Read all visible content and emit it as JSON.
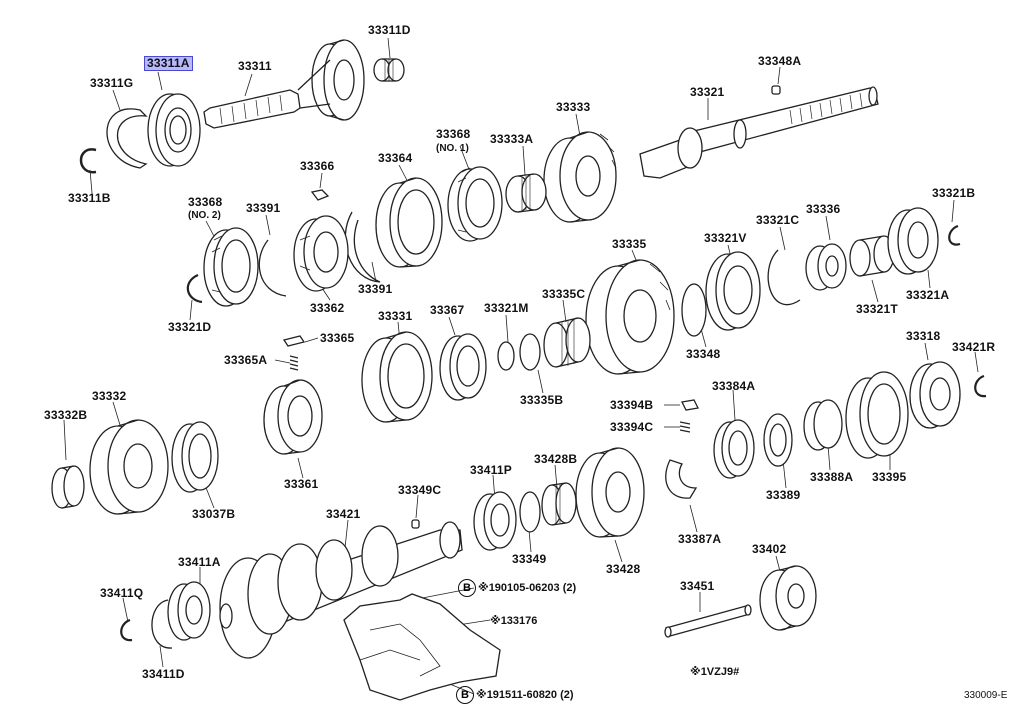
{
  "diagram_id": "330009-E",
  "model_note": "※1VZJ9#",
  "highlighted_part": "33311A",
  "parts": {
    "p33311D": "33311D",
    "p33311A": "33311A",
    "p33311": "33311",
    "p33311G": "33311G",
    "p33311B": "33311B",
    "p33348A": "33348A",
    "p33321": "33321",
    "p33333": "33333",
    "p33368_1": "33368",
    "no1": "(NO. 1)",
    "p33333A": "33333A",
    "p33366": "33366",
    "p33364": "33364",
    "p33321B": "33321B",
    "p33368_2": "33368",
    "no2": "(NO. 2)",
    "p33391a": "33391",
    "p33336": "33336",
    "p33321C": "33321C",
    "p33321V": "33321V",
    "p33335": "33335",
    "p33362": "33362",
    "p33391b": "33391",
    "p33321D": "33321D",
    "p33321A": "33321A",
    "p33321T": "33321T",
    "p33331": "33331",
    "p33367": "33367",
    "p33321M": "33321M",
    "p33335C": "33335C",
    "p33365": "33365",
    "p33365A": "33365A",
    "p33318": "33318",
    "p33421R": "33421R",
    "p33348": "33348",
    "p33335B": "33335B",
    "p33332": "33332",
    "p33332B": "33332B",
    "p33384A": "33384A",
    "p33394B": "33394B",
    "p33394C": "33394C",
    "p33389": "33389",
    "p33388A": "33388A",
    "p33395": "33395",
    "p33361": "33361",
    "p33037B": "33037B",
    "p33411P": "33411P",
    "p33428B": "33428B",
    "p33349C": "33349C",
    "p33421": "33421",
    "p33349": "33349",
    "p33428": "33428",
    "p33387A": "33387A",
    "p33402": "33402",
    "p33411A": "33411A",
    "p33411Q": "33411Q",
    "p33451": "33451",
    "p33411D": "33411D"
  },
  "callouts": {
    "b_mark": "B",
    "bolt1": "※190105-06203 (2)",
    "cover": "※133176",
    "bolt2": "※191511-60820 (2)"
  }
}
